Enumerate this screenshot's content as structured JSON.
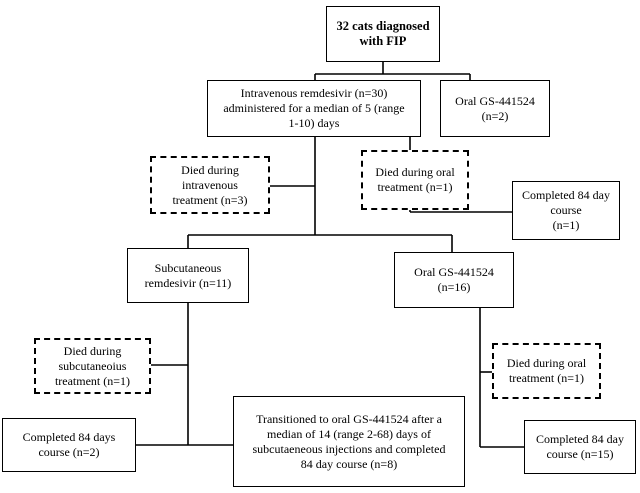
{
  "boxes": {
    "root": "32 cats diagnosed\nwith FIP",
    "iv_remdesivir": "Intravenous remdesivir (n=30)\nadministered for a median of 5 (range\n1-10) days",
    "oral_gs_top": "Oral GS-441524\n(n=2)",
    "died_iv": "Died during\nintravenous\ntreatment (n=3)",
    "died_oral_top": "Died during oral\ntreatment (n=1)",
    "completed_84_top": "Completed 84 day\ncourse\n(n=1)",
    "sc_remdesivir": "Subcutaneous\nremdesivir  (n=11)",
    "oral_gs_mid": "Oral GS-441524\n(n=16)",
    "died_sc": "Died during\nsubcutaneoius\ntreatment (n=1)",
    "died_oral_mid": "Died during oral\ntreatment (n=1)",
    "completed_sc": "Completed 84 days\ncourse (n=2)",
    "transitioned": "Transitioned to oral GS-441524 after a\nmedian of 14 (range 2-68) days of\nsubcutaeneous injections and completed\n84 day course (n=8)",
    "completed_oral": "Completed 84 day\ncourse (n=15)"
  }
}
